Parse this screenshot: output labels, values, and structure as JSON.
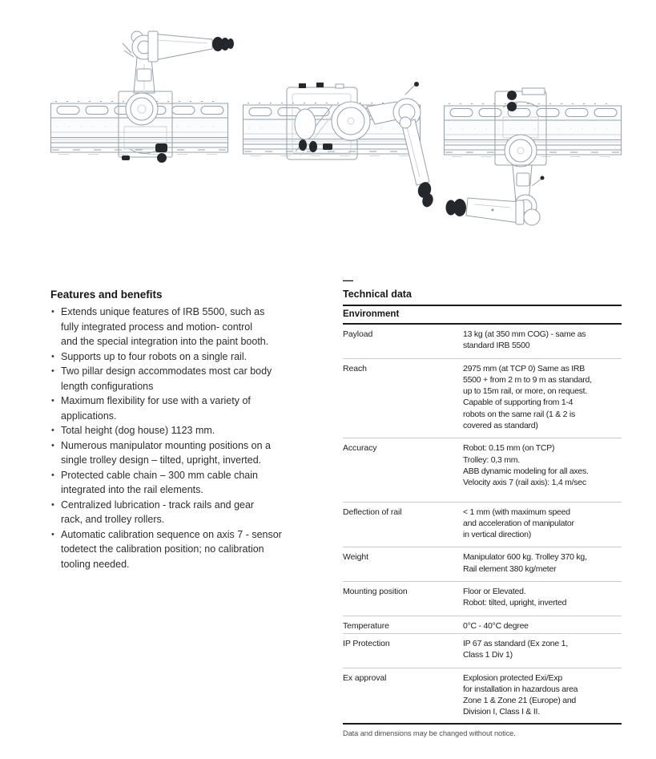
{
  "features": {
    "title": "Features and benefits",
    "items": [
      "Extends unique features of IRB 5500, such as\nfully integrated process and motion- control\nand the special integration into the paint booth.",
      "Supports up to four robots on a single rail.",
      "Two pillar design accommodates most car body\nlength configurations",
      "Maximum flexibility for use with a variety of\napplications.",
      "Total height (dog house) 1123 mm.",
      "Numerous manipulator mounting positions on a\nsingle trolley design – tilted, upright, inverted.",
      "Protected cable chain – 300 mm cable chain\nintegrated into the rail elements.",
      "Centralized lubrication - track rails and gear\nrack, and trolley rollers.",
      "Automatic calibration sequence on axis 7 - sensor\ntodetect the calibration position; no calibration\ntooling needed."
    ]
  },
  "technical": {
    "overline": "—",
    "title": "Technical data",
    "section_header": "Environment",
    "rows": [
      {
        "label": "Payload",
        "value": "13 kg (at 350 mm COG) - same as\nstandard IRB 5500"
      },
      {
        "label": "Reach",
        "value": "2975 mm (at TCP 0) Same as IRB\n5500 + from 2 m to 9 m as standard,\nup to 15m rail, or more, on request.\nCapable of supporting from 1-4\nrobots on the same rail (1 & 2 is\ncovered as standard)"
      },
      {
        "label": "Accuracy",
        "value": "Robot: 0.15 mm (on TCP)\nTrolley: 0,3 mm.\nABB dynamic modeling for all axes.\nVelocity axis 7 (rail axis): 1,4 m/sec"
      },
      {
        "label": "Deflection of rail",
        "value": "< 1 mm (with maximum speed\nand acceleration of manipulator\nin vertical direction)"
      },
      {
        "label": "Weight",
        "value": "Manipulator 600 kg. Trolley 370 kg,\nRail element 380 kg/meter"
      },
      {
        "label": "Mounting position",
        "value": "Floor or Elevated.\nRobot: tilted, upright, inverted"
      },
      {
        "label": "Temperature",
        "value": "0°C - 40°C  degree"
      },
      {
        "label": "IP Protection",
        "value": "IP 67 as standard (Ex zone 1,\nClass 1 Div 1)"
      },
      {
        "label": "Ex approval",
        "value": "Explosion protected Exi/Exp\nfor installation in hazardous area\nZone 1 & Zone 21 (Europe) and\nDivision I, Class I & II."
      }
    ],
    "footnote": "Data and dimensions may be changed without notice."
  }
}
